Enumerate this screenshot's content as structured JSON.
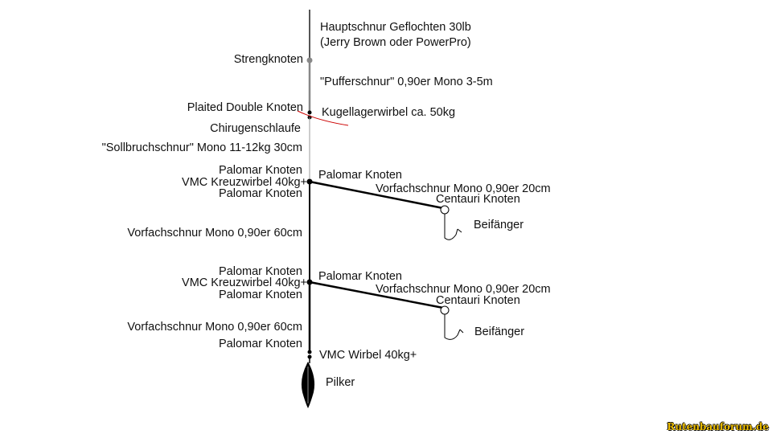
{
  "labels": {
    "main_line_1": "Hauptschnur Geflochten 30lb",
    "main_line_2": "(Jerry Brown oder PowerPro)",
    "streng_knot": "Strengknoten",
    "buffer_line": "\"Pufferschnur\" 0,90er Mono 3-5m",
    "plaited_knot": "Plaited Double Knoten",
    "ball_swivel": "Kugellagerwirbel ca. 50kg",
    "surgeon_loop": "Chirugenschlaufe",
    "break_line": "\"Sollbruchschnur\" Mono 11-12kg 30cm",
    "palomar_a1": "Palomar Knoten",
    "vmc_cross_1": "VMC Kreuzwirbel 40kg+",
    "palomar_a2": "Palomar Knoten",
    "palomar_right_1": "Palomar Knoten",
    "leader_20_1": "Vorfachschnur Mono 0,90er 20cm",
    "centauri_1": "Centauri Knoten",
    "dropper_1": "Beifänger",
    "leader_60_1": "Vorfachschnur Mono 0,90er 60cm",
    "palomar_b1": "Palomar Knoten",
    "vmc_cross_2": "VMC Kreuzwirbel 40kg+",
    "palomar_b2": "Palomar Knoten",
    "palomar_right_2": "Palomar Knoten",
    "leader_20_2": "Vorfachschnur Mono 0,90er 20cm",
    "centauri_2": "Centauri Knoten",
    "dropper_2": "Beifänger",
    "leader_60_2": "Vorfachschnur Mono 0,90er 60cm",
    "palomar_c": "Palomar Knoten",
    "vmc_swivel": "VMC Wirbel 40kg+",
    "pilker": "Pilker"
  },
  "watermark": "Rutenbauforum.de",
  "colors": {
    "line": "#000000",
    "braid": "#888888",
    "annotation": "#cc0000",
    "watermark": "#f0c000"
  }
}
